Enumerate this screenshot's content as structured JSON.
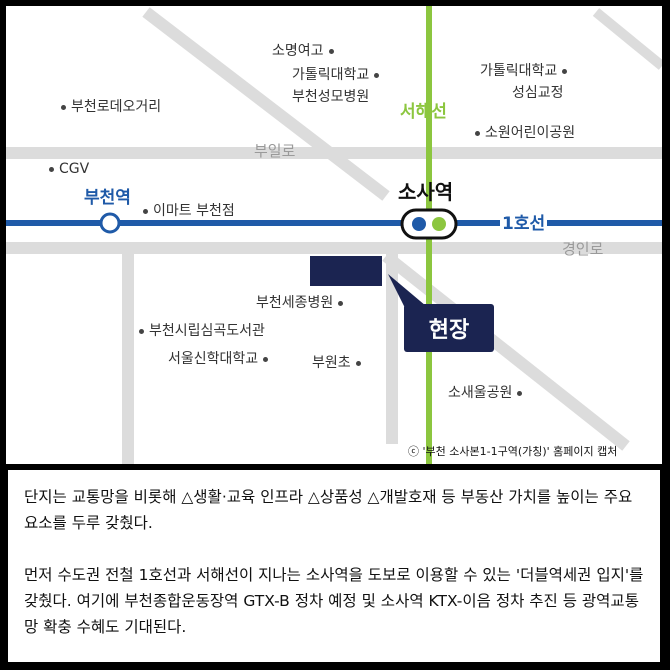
{
  "map": {
    "roads": {
      "buil_ro": "부일로",
      "gyeongin_ro": "경인로"
    },
    "lines": {
      "line1": "1호선",
      "seohae": "서해선"
    },
    "stations": {
      "sosa": "소사역",
      "bucheon": "부천역"
    },
    "site": "현장",
    "landmarks": {
      "somyeong": "소명여고",
      "catholic_univ_1": "가톨릭대학교",
      "bucheon_st_mary": "부천성모병원",
      "catholic_univ_2": "가톨릭대학교",
      "seongsim": "성심교정",
      "rodeo": "부천로데오거리",
      "sowon_park": "소원어린이공원",
      "cgv": "CGV",
      "emart": "이마트 부천점",
      "sejong_hospital": "부천세종병원",
      "simgok_library": "부천시립심곡도서관",
      "seoul_theology": "서울신학대학교",
      "buwon_elem": "부원초",
      "sosaeul_park": "소새울공원"
    },
    "caption": "ⓒ '부천 소사본1-1구역(가칭)' 홈페이지 캡처",
    "colors": {
      "line1": "#1f5aa8",
      "seohae": "#8cc63f",
      "site": "#1b2451",
      "road": "#d9d9d9"
    }
  },
  "text": {
    "p1": "단지는 교통망을 비롯해 △생활·교육 인프라 △상품성 △개발호재 등 부동산 가치를 높이는 주요 요소를 두루 갖췄다.",
    "p2": "먼저 수도권 전철 1호선과 서해선이 지나는 소사역을 도보로 이용할 수 있는 '더블역세권 입지'를 갖췄다. 여기에 부천종합운동장역 GTX-B 정차 예정 및 소사역 KTX-이음 정차 추진 등 광역교통망 확충 수혜도 기대된다."
  }
}
